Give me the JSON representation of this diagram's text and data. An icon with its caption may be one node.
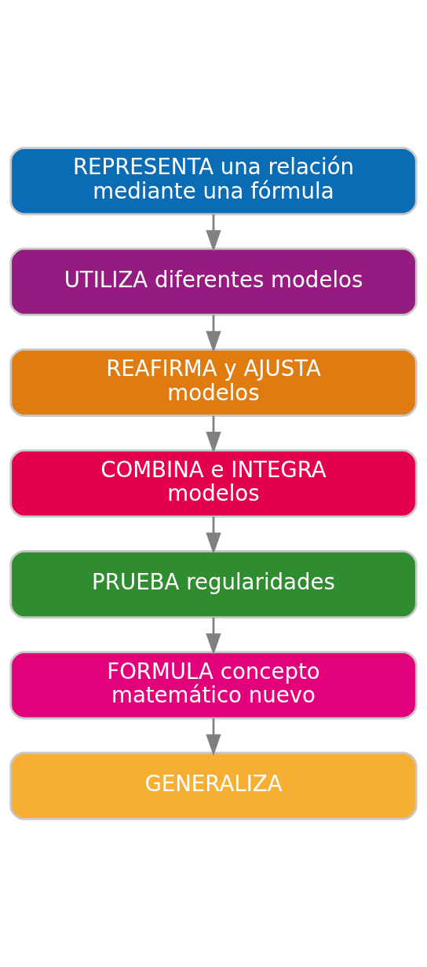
{
  "diagram": {
    "nodes": [
      {
        "text": [
          "REPRESENTA una relación mediante una fórmula"
        ]
      },
      {
        "text": [
          "UTILIZA diferentes modelos"
        ]
      },
      {
        "text": [
          "REAFIRMA y AJUSTA modelos"
        ]
      },
      {
        "text": [
          "COMBINA e INTEGRA modelos"
        ]
      },
      {
        "text": [
          "PRUEBA regularidades"
        ]
      },
      {
        "text": [
          "FORMULA concepto matemático nuevo"
        ]
      },
      {
        "text": [
          "GENERALIZA"
        ]
      }
    ],
    "edges": [
      {
        "from": 0,
        "to": 1,
        "arrow": "to"
      },
      {
        "from": 1,
        "to": 2,
        "arrow": "to"
      },
      {
        "from": 2,
        "to": 3,
        "arrow": "to"
      },
      {
        "from": 3,
        "to": 4,
        "arrow": "to"
      },
      {
        "from": 4,
        "to": 5,
        "arrow": "to"
      },
      {
        "from": 5,
        "to": 6,
        "arrow": "to"
      }
    ]
  }
}
